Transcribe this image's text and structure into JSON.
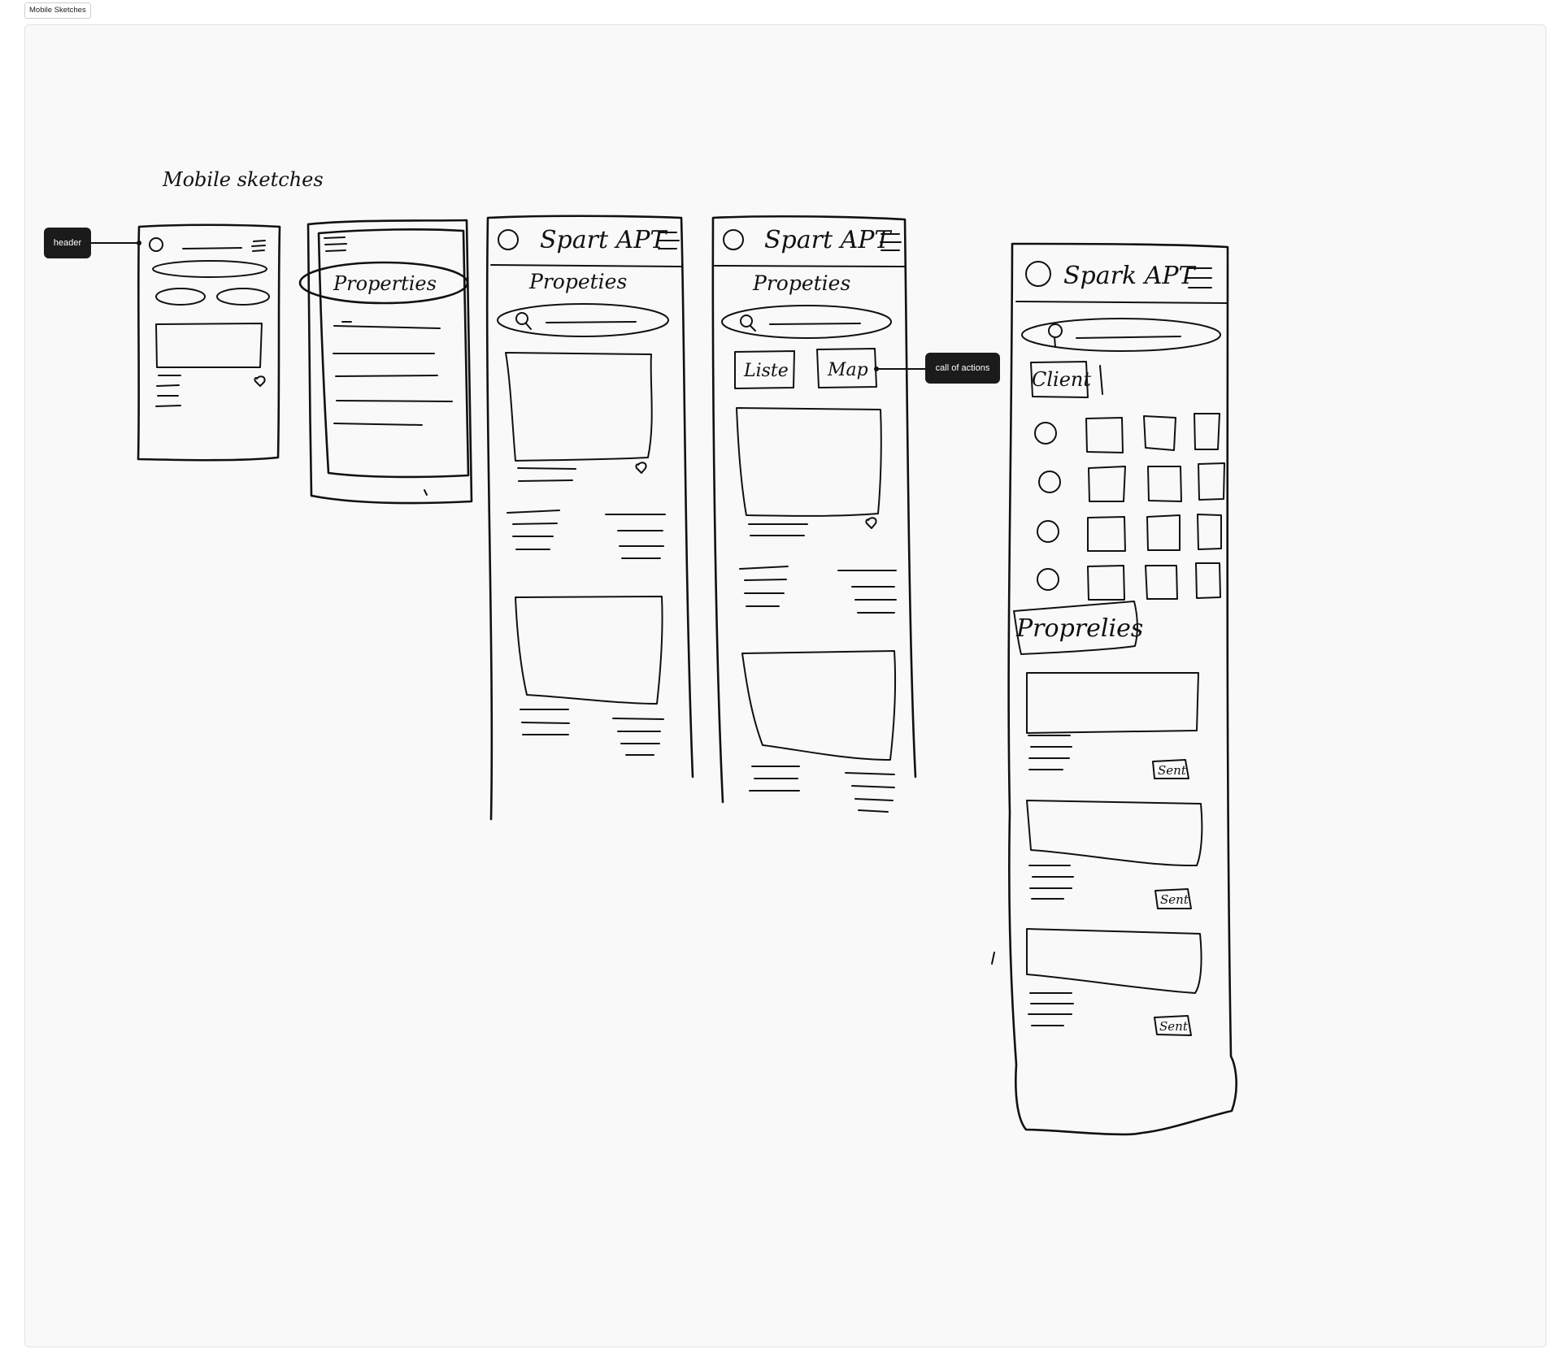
{
  "frame": {
    "label": "Mobile Sketches"
  },
  "sketch": {
    "title": "Mobile sketches",
    "brand": "Spart APT",
    "brand_alt": "Spark APT",
    "properties_label_1": "Properties",
    "properties_label_2": "Propeties",
    "properties_label_3": "Proprelies",
    "tab_list": "Liste",
    "tab_map": "Map",
    "client_label": "Client",
    "sent_label": "Sent"
  },
  "callouts": {
    "header": "header",
    "actions": "call of actions"
  },
  "colors": {
    "canvas": "#f9f9f9",
    "ink": "#111111",
    "callout_bg": "#1b1b1b",
    "callout_text": "#ffffff"
  }
}
